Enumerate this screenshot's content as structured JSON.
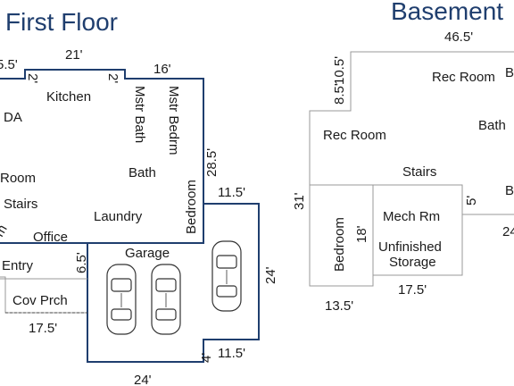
{
  "titles": {
    "first_floor": "First Floor",
    "basement": "Basement"
  },
  "first_floor": {
    "rooms": {
      "kitchen": "Kitchen",
      "da": "DA",
      "mstr_bath": "Mstr Bath",
      "mstr_bedrm": "Mstr Bedrm",
      "bath": "Bath",
      "room": "Room",
      "stairs": "Stairs",
      "laundry": "Laundry",
      "bedroom": "Bedroom",
      "office": "Office",
      "entry": "Entry",
      "garage": "Garage",
      "cov_prch": "Cov Prch",
      "cut_m": "m"
    },
    "dims": {
      "d_5_5": "5.5'",
      "d_21": "21'",
      "d_2_left": "2'",
      "d_2_right": "2'",
      "d_16": "16'",
      "d_28_5": "28.5'",
      "d_11_5_top": "11.5'",
      "d_6_5": "6.5'",
      "d_24_side": "24'",
      "d_17_5": "17.5'",
      "d_4": "4'",
      "d_11_5_bottom": "11.5'",
      "d_24_bottom": "24'"
    }
  },
  "basement": {
    "rooms": {
      "rec_room_1": "Rec Room",
      "rec_room_2": "Rec Room",
      "bath": "Bath",
      "stairs": "Stairs",
      "mech_rm": "Mech Rm",
      "unfinished": "Unfinished",
      "storage": "Storage",
      "bedroom": "Bedroom",
      "cut_b1": "B",
      "cut_b2": "B"
    },
    "dims": {
      "d_46_5": "46.5'",
      "d_10_5": "10.5'",
      "d_8_5": "8.5'",
      "d_31": "31'",
      "d_18": "18'",
      "d_5": "5'",
      "d_17_5": "17.5'",
      "d_13_5": "13.5'",
      "d_24_cut": "24"
    }
  },
  "colors": {
    "wall": "#1f3e6e",
    "title": "#1f3e6e"
  }
}
